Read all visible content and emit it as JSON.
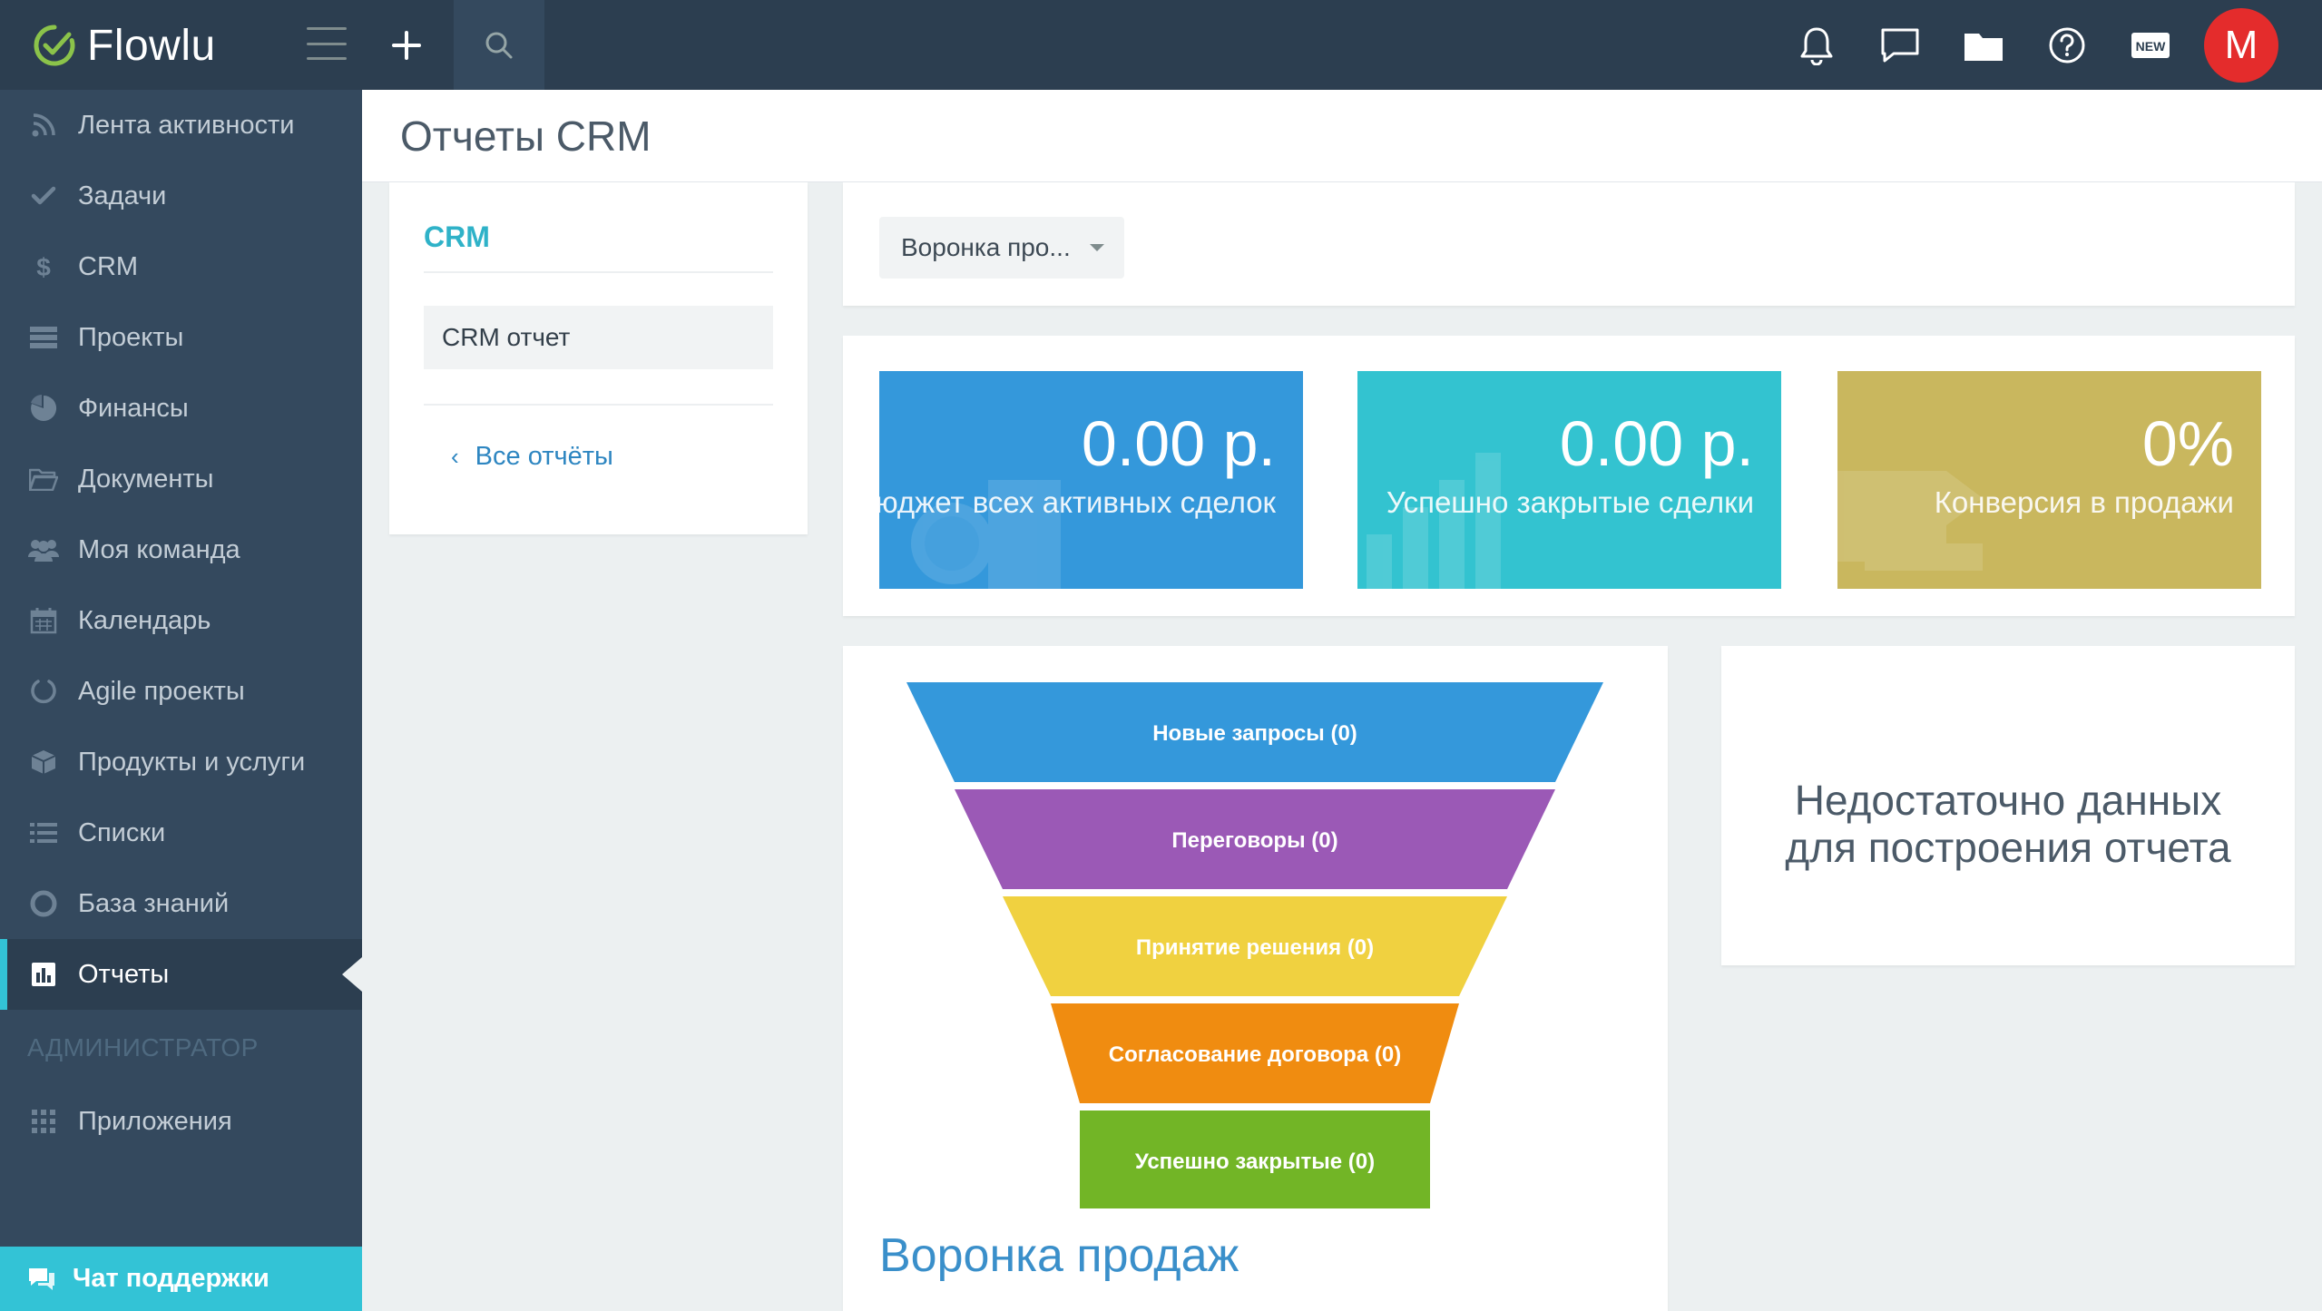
{
  "app": {
    "logo_text": "Flowlu",
    "avatar_letter": "M",
    "colors": {
      "topbar": "#2c3e50",
      "sidebar": "#34495e",
      "accent": "#33c3d6",
      "avatar": "#e42c2c"
    }
  },
  "topbar": {
    "icons": [
      "menu-icon",
      "plus-icon",
      "search-icon",
      "bell-icon",
      "chat-icon",
      "folder-icon",
      "help-icon",
      "new-badge-icon"
    ],
    "new_badge_text": "NEW"
  },
  "sidebar": {
    "items": [
      {
        "label": "Лента активности",
        "icon": "rss-icon"
      },
      {
        "label": "Задачи",
        "icon": "check-icon"
      },
      {
        "label": "CRM",
        "icon": "dollar-icon"
      },
      {
        "label": "Проекты",
        "icon": "projects-icon"
      },
      {
        "label": "Финансы",
        "icon": "pie-icon"
      },
      {
        "label": "Документы",
        "icon": "folder-open-icon"
      },
      {
        "label": "Моя команда",
        "icon": "team-icon"
      },
      {
        "label": "Календарь",
        "icon": "calendar-icon"
      },
      {
        "label": "Agile проекты",
        "icon": "agile-icon"
      },
      {
        "label": "Продукты и услуги",
        "icon": "box-icon"
      },
      {
        "label": "Списки",
        "icon": "list-icon"
      },
      {
        "label": "База знаний",
        "icon": "lifebuoy-icon"
      },
      {
        "label": "Отчеты",
        "icon": "chart-icon",
        "active": true
      }
    ],
    "section_label": "АДМИНИСТРАТОР",
    "admin_items": [
      {
        "label": "Приложения",
        "icon": "grid-icon"
      }
    ],
    "support_label": "Чат поддержки"
  },
  "page": {
    "title": "Отчеты CRM"
  },
  "left_panel": {
    "title": "CRM",
    "item": "CRM отчет",
    "back_link": "Все отчёты"
  },
  "filter": {
    "dropdown_value": "Воронка про..."
  },
  "stats": [
    {
      "value": "0.00 р.",
      "label": "Бюджет всех активных сделок",
      "color": "#3498db"
    },
    {
      "value": "0.00 р.",
      "label": "Успешно закрытые сделки",
      "color": "#33c3d0"
    },
    {
      "value": "0%",
      "label": "Конверсия в продажи",
      "color": "#c9b75e"
    }
  ],
  "funnel": {
    "title": "Воронка продаж",
    "stages": [
      {
        "label": "Новые запросы (0)",
        "color": "#3498db"
      },
      {
        "label": "Переговоры (0)",
        "color": "#9b59b6"
      },
      {
        "label": "Принятие решения (0)",
        "color": "#f0d140"
      },
      {
        "label": "Согласование договора (0)",
        "color": "#f08c10"
      },
      {
        "label": "Успешно закрытые (0)",
        "color": "#72b526"
      }
    ]
  },
  "no_data": {
    "message": "Недостаточно данных для построения отчета"
  }
}
